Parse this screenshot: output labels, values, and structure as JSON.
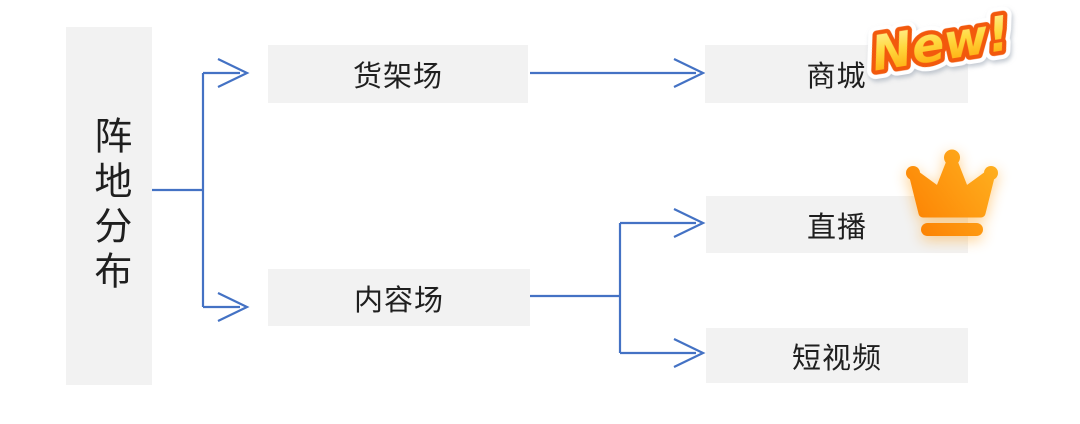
{
  "title": "阵地分布",
  "nodes": {
    "root": {
      "label": "阵地分布"
    },
    "shelf_field": {
      "label": "货架场"
    },
    "mall": {
      "label": "商城"
    },
    "content_field": {
      "label": "内容场"
    },
    "live": {
      "label": "直播"
    },
    "short_video": {
      "label": "短视频"
    }
  },
  "edges": [
    {
      "from": "阵地分布",
      "to": "货架场"
    },
    {
      "from": "阵地分布",
      "to": "内容场"
    },
    {
      "from": "货架场",
      "to": "商城"
    },
    {
      "from": "内容场",
      "to": "直播"
    },
    {
      "from": "内容场",
      "to": "短视频"
    }
  ],
  "badges": {
    "new": {
      "label": "New!",
      "attached_to": "商城"
    },
    "crown": {
      "icon": "crown-icon",
      "attached_to": "直播"
    }
  },
  "colors": {
    "connector_blue": "#4472C4",
    "node_background": "#F2F2F2",
    "node_text": "#1F1F1F",
    "crown_orange_dark": "#FC7E00",
    "crown_orange_light": "#FFB321",
    "new_fill_top": "#FFF3A0",
    "new_fill_mid": "#FFD83D",
    "new_fill_bottom": "#FF9D00",
    "new_stroke_orange": "#F2590D",
    "new_stroke_white": "#FFFFFF",
    "canvas_background": "#FFFFFF"
  }
}
